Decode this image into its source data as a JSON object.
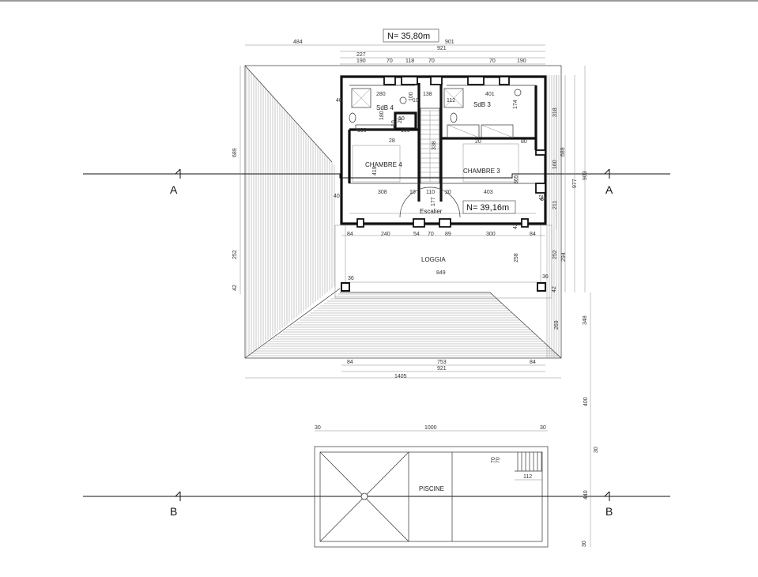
{
  "levels": {
    "top": "N= 35,80m",
    "floor": "N= 39,16m"
  },
  "rooms": {
    "sdb4": "SdB 4",
    "sdb3": "SdB 3",
    "chambre4": "CHAMBRE 4",
    "chambre3": "CHAMBRE 3",
    "escalier": "Escalier",
    "loggia": "LOGGIA",
    "piscine": "PISCINE"
  },
  "section_cuts": {
    "a": "A",
    "b": "B"
  },
  "dims_top": [
    "484",
    "901",
    "921",
    "227",
    "190",
    "70",
    "118",
    "70",
    "70",
    "190"
  ],
  "dims_interior": [
    "280",
    "138",
    "401",
    "40",
    "180",
    "10",
    "100",
    "112",
    "10",
    "174",
    "20",
    "100",
    "100",
    "28",
    "80",
    "338",
    "419",
    "365",
    "40",
    "308",
    "10",
    "110",
    "20",
    "403",
    "177",
    "84",
    "240",
    "54",
    "70",
    "89",
    "300",
    "42",
    "84",
    "258",
    "849",
    "36",
    "36",
    "42",
    "42",
    "70",
    "84",
    "20",
    "10"
  ],
  "dims_bottom": [
    "84",
    "753",
    "84",
    "921",
    "1405"
  ],
  "dims_left": [
    "689",
    "252",
    "42"
  ],
  "dims_right": [
    "318",
    "689",
    "977",
    "903",
    "160",
    "211",
    "252",
    "294",
    "348",
    "269",
    "400",
    "30",
    "440",
    "30"
  ],
  "dims_pool": [
    "30",
    "1000",
    "30",
    "70",
    "112"
  ]
}
